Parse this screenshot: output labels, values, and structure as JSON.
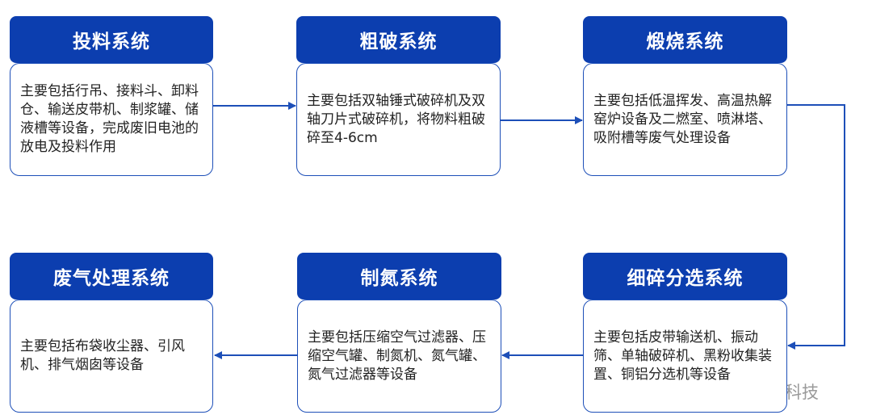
{
  "steps": {
    "feeding": {
      "title": "投料系统",
      "desc": "主要包括行吊、接料斗、卸料仓、输送皮带机、制浆罐、储液槽等设备，完成废旧电池的放电及投料作用"
    },
    "crushing": {
      "title": "粗破系统",
      "desc": "主要包括双轴锤式破碎机及双轴刀片式破碎机，将物料粗破碎至4-6cm"
    },
    "calcining": {
      "title": "煅烧系统",
      "desc": "主要包括低温挥发、高温热解窑炉设备及二燃室、喷淋塔、吸附槽等废气处理设备"
    },
    "fine_sorting": {
      "title": "细碎分选系统",
      "desc": "主要包括皮带输送机、振动筛、单轴破碎机、黑粉收集装置、铜铝分选机等设备"
    },
    "nitrogen": {
      "title": "制氮系统",
      "desc": "主要包括压缩空气过滤器、压缩空气罐、制氮机、氮气罐、氮气过滤器等设备"
    },
    "exhaust": {
      "title": "废气处理系统",
      "desc": "主要包括布袋收尘器、引风机、排气烟囱等设备"
    }
  },
  "watermark": {
    "text": "宏工科技",
    "icon": "wechat-icon"
  },
  "colors": {
    "title_bg": "#0c3eaf",
    "border": "#1d4fb8",
    "arrow": "#1d4fb8"
  }
}
